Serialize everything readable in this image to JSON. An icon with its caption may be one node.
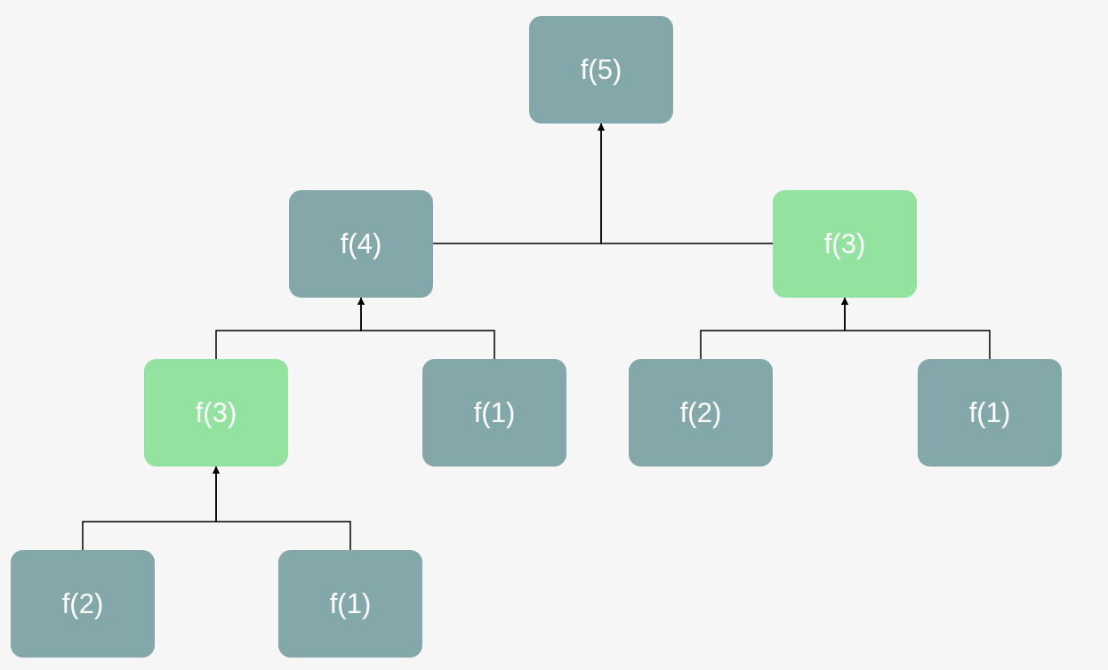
{
  "diagram": {
    "nodes": [
      {
        "text": [
          "f(5)"
        ]
      },
      {
        "text": [
          "f(4)"
        ]
      },
      {
        "text": [
          "f(3)"
        ]
      },
      {
        "text": [
          "f(3)"
        ]
      },
      {
        "text": [
          "f(1)"
        ]
      },
      {
        "text": [
          "f(2)"
        ]
      },
      {
        "text": [
          "f(1)"
        ]
      },
      {
        "text": [
          "f(2)"
        ]
      },
      {
        "text": [
          "f(1)"
        ]
      }
    ],
    "edges": [
      {
        "from": 1,
        "to": 0,
        "arrow": "to"
      },
      {
        "from": 2,
        "to": 0,
        "arrow": "to"
      },
      {
        "from": 3,
        "to": 1,
        "arrow": "to"
      },
      {
        "from": 4,
        "to": 1,
        "arrow": "to"
      },
      {
        "from": 5,
        "to": 2,
        "arrow": "to"
      },
      {
        "from": 6,
        "to": 2,
        "arrow": "to"
      },
      {
        "from": 7,
        "to": 3,
        "arrow": "to"
      },
      {
        "from": 8,
        "to": 3,
        "arrow": "to"
      }
    ]
  }
}
